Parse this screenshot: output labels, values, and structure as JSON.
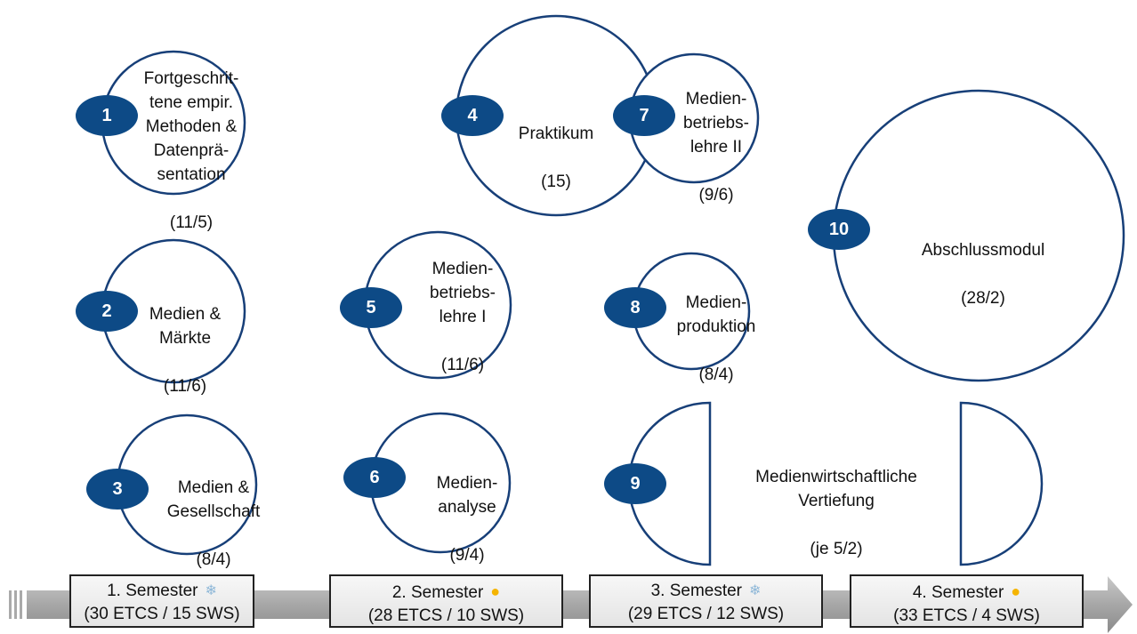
{
  "modules": [
    {
      "number": "1",
      "title": "Fortgeschrit-\ntene empir.\nMethoden &\nDatenprä-\nsentation",
      "credits": "(11/5)"
    },
    {
      "number": "2",
      "title": "Medien &\nMärkte",
      "credits": "(11/6)"
    },
    {
      "number": "3",
      "title": "Medien &\nGesellschaft",
      "credits": "(8/4)"
    },
    {
      "number": "4",
      "title": "Praktikum",
      "credits": "(15)"
    },
    {
      "number": "5",
      "title": "Medien-\nbetriebs-\nlehre I",
      "credits": "(11/6)"
    },
    {
      "number": "6",
      "title": "Medien-\nanalyse",
      "credits": "(9/4)"
    },
    {
      "number": "7",
      "title": "Medien-\nbetriebs-\nlehre II",
      "credits": "(9/6)"
    },
    {
      "number": "8",
      "title": "Medien-\nproduktion",
      "credits": "(8/4)"
    },
    {
      "number": "9",
      "title": "Medienwirtschaftliche\nVertiefung",
      "credits": "(je 5/2)"
    },
    {
      "number": "10",
      "title": "Abschlussmodul",
      "credits": "(28/2)"
    }
  ],
  "semesters": [
    {
      "label": "1. Semester",
      "season": "winter",
      "season_icon": "snowflake-icon",
      "summary": "(30 ETCS / 15 SWS)"
    },
    {
      "label": "2. Semester",
      "season": "summer",
      "season_icon": "sun-icon",
      "summary": "(28 ETCS / 10 SWS)"
    },
    {
      "label": "3. Semester",
      "season": "winter",
      "season_icon": "snowflake-icon",
      "summary": "(29 ETCS / 12 SWS)"
    },
    {
      "label": "4. Semester",
      "season": "summer",
      "season_icon": "sun-icon",
      "summary": "(33 ETCS / 4 SWS)"
    }
  ],
  "colors": {
    "circle_stroke": "#173f78",
    "badge_fill": "#0d4a86",
    "timeline_arrow": "#9a9a9a",
    "winter_icon": "#8fb8d8",
    "summer_icon": "#f5b400"
  }
}
